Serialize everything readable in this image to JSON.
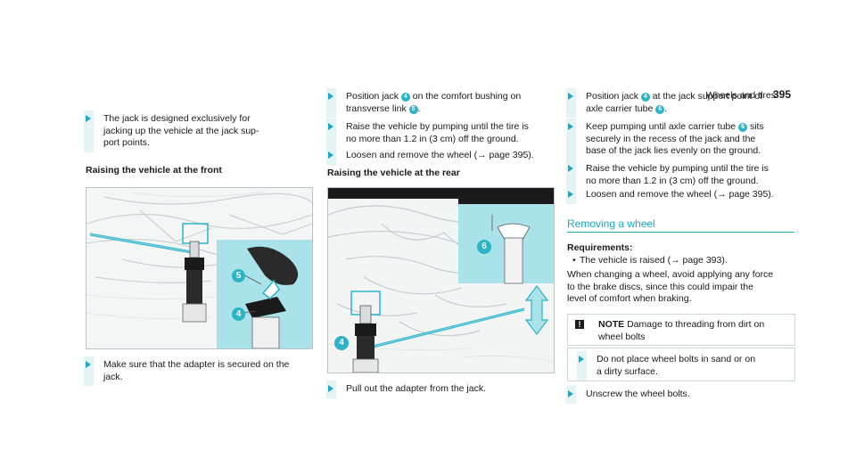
{
  "header": {
    "section_title": "Wheels and tires",
    "page_number": "395"
  },
  "col1": {
    "intro_step": "The jack is designed exclusively for\njacking up the vehicle at the jack sup-\nport points.",
    "heading_front": "Raising the vehicle at the front",
    "step_adapter": "Make sure that the adapter is secured on the\njack."
  },
  "col2": {
    "step_position_a": "Position jack",
    "step_position_b": "on the comfort bushing on",
    "step_position_c": "transverse link",
    "step_raise": "Raise the vehicle by pumping until the tire is\nno more than 1.2 in (3 cm) off the ground.",
    "step_loosen": "Loosen and remove the wheel (→ page 395).",
    "heading_rear": "Raising the vehicle at the rear",
    "step_pull": "Pull out the adapter from the jack."
  },
  "col3": {
    "step_position_a": "Position jack",
    "step_position_b": "at the jack support point of",
    "step_position_c": "axle carrier tube",
    "step_keep_a": "Keep pumping until axle carrier tube",
    "step_keep_b": "sits",
    "step_keep_c": "securely in the recess of the jack and the\nbase of the jack lies evenly on the ground.",
    "step_raise": "Raise the vehicle by pumping until the tire is\nno more than 1.2 in (3 cm) off the ground.",
    "step_loosen": "Loosen and remove the wheel (→ page 395).",
    "heading_removing": "Removing a wheel",
    "requirements_label": "Requirements:",
    "requirement_1": "The vehicle is raised (→ page 393).",
    "paragraph": "When changing a wheel, avoid applying any force\nto the brake discs, since this could impair the\nlevel of comfort when braking.",
    "note_label": "NOTE",
    "note_text_a": "Damage to threading from dirt on",
    "note_text_b": "wheel bolts",
    "note_step": "Do not place wheel bolts in sand or on\na dirty surface.",
    "step_unscrew": "Unscrew the wheel bolts."
  },
  "callouts": {
    "n4": "4",
    "n5": "5",
    "n6": "6"
  },
  "colors": {
    "accent": "#1ea9bf",
    "callout_bg": "#a9e2e8",
    "step_bar": "#e3f4f6"
  }
}
